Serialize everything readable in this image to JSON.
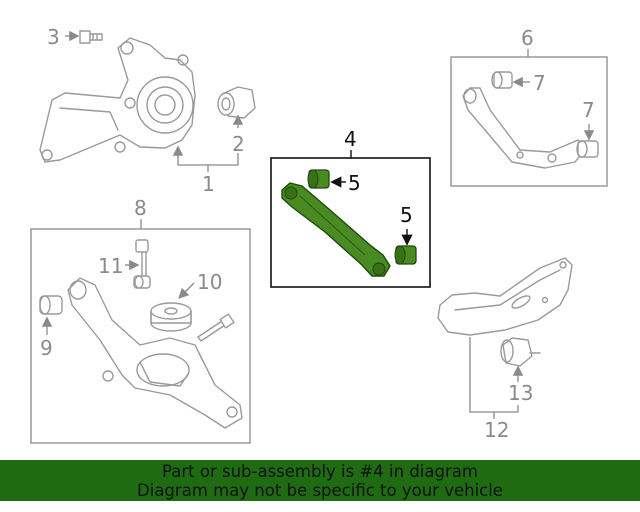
{
  "callouts": {
    "c1": "1",
    "c2": "2",
    "c3": "3",
    "c4": "4",
    "c5a": "5",
    "c5b": "5",
    "c6": "6",
    "c7a": "7",
    "c7b": "7",
    "c8": "8",
    "c9": "9",
    "c10": "10",
    "c11": "11",
    "c12": "12",
    "c13": "13"
  },
  "banner": {
    "line1": "Part or sub-assembly is #4 in diagram",
    "line2": "Diagram may not be specific to your vehicle"
  },
  "colors": {
    "highlight": "#4a8a22",
    "banner_bg": "#1f6b12",
    "line": "#9a9a9a"
  }
}
